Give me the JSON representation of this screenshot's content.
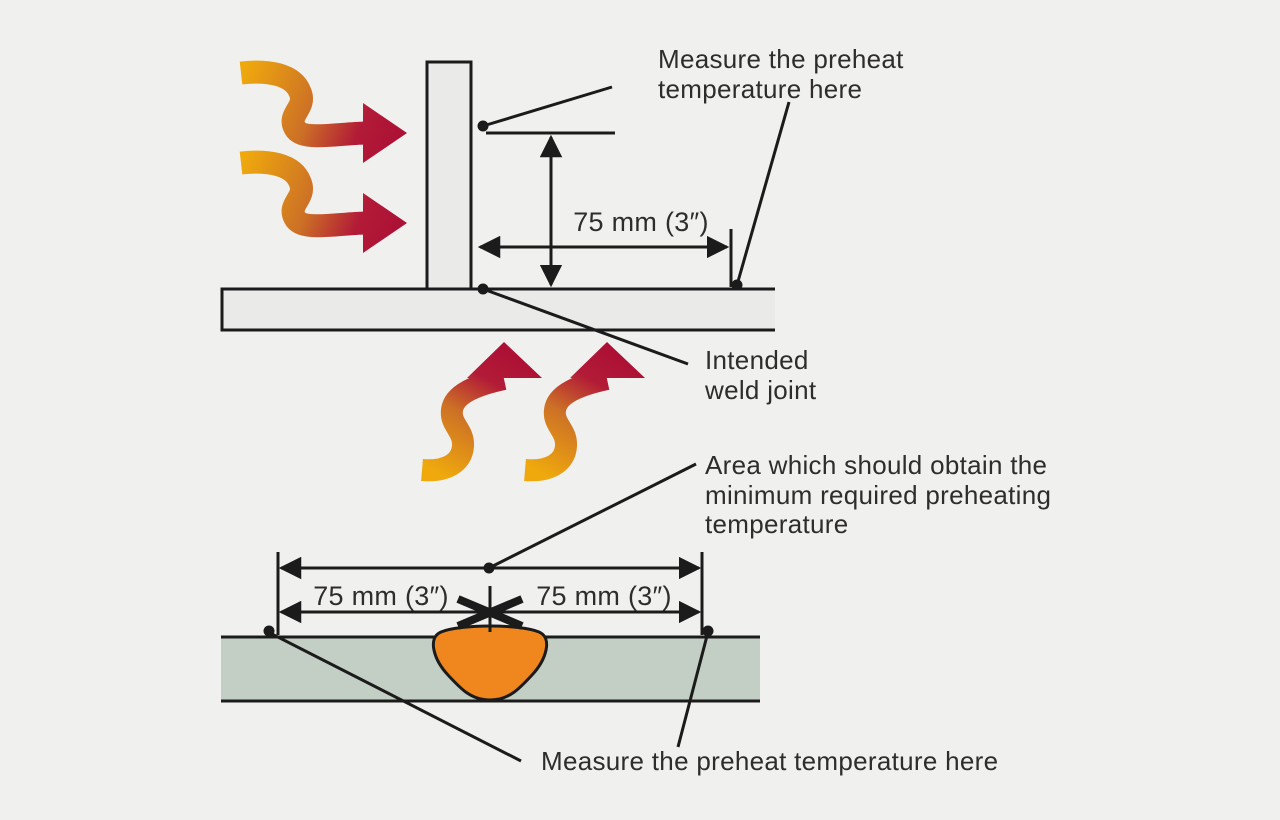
{
  "figure": {
    "description": "Preheat temperature measurement diagram for welding",
    "top": {
      "measure_label": {
        "line1": "Measure the preheat",
        "line2": "temperature here"
      },
      "dimension_label": "75 mm (3″)",
      "weld_joint_label": {
        "line1": "Intended",
        "line2": "weld joint"
      }
    },
    "bottom": {
      "area_label": {
        "line1": "Area which should obtain the",
        "line2": "minimum required preheating",
        "line3": "temperature"
      },
      "dimension_left": "75 mm (3″)",
      "dimension_right": "75 mm (3″)",
      "measure_label": "Measure the preheat temperature here"
    }
  },
  "colors": {
    "background": "#f0f0ef",
    "line_black": "#1b1b1b",
    "text_dark": "#2f2d2c",
    "plate_gray": "#eaeae9",
    "plate_green": "#c3cfc5",
    "weld_orange": "#f0871e",
    "heat_yellow": "#efa90d",
    "heat_orange": "#cc7026",
    "heat_red": "#b21b37",
    "heat_crimson": "#ac1035"
  }
}
